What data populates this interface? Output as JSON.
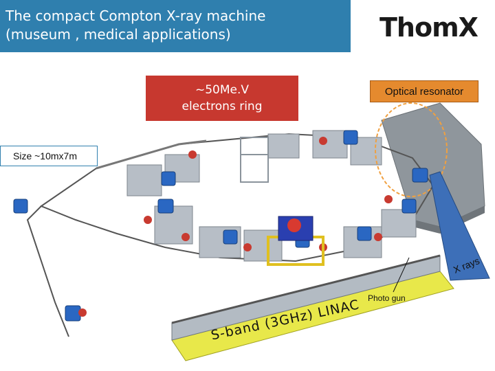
{
  "title": {
    "line1": "The compact Compton X-ray   machine",
    "line2": "(museum , medical applications)"
  },
  "logo": {
    "text": "ThomX"
  },
  "labels": {
    "electrons_line1": "~50Me.V",
    "electrons_line2": "electrons ring",
    "optical_resonator": "Optical resonator",
    "size": "Size ~10mx7m",
    "x_rays": "X rays",
    "photo_gun": "Photo gun",
    "linac": "S-band (3GHz) LINAC"
  },
  "colors": {
    "title_bg": "#2f7fae",
    "electrons_bg": "#c7382f",
    "optical_bg": "#e58a2e",
    "linac_yellow": "#e8e84a",
    "magnet_blue": "#2a67c2",
    "arrow_blue": "#3d6fb8",
    "ellipse_orange": "#f0a040"
  }
}
